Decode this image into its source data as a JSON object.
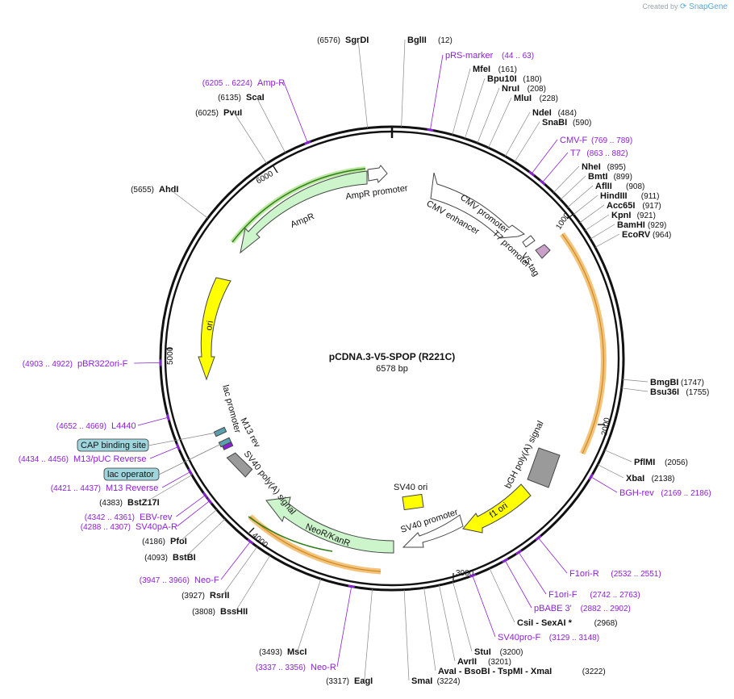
{
  "brand": {
    "created_by": "Created by",
    "product": "SnapGene"
  },
  "map": {
    "title": "pCDNA.3-V5-SPOP (R221C)",
    "subtitle": "6578 bp",
    "length": 6578
  },
  "ticks": [
    "1000",
    "2000",
    "3000",
    "4000",
    "5000",
    "6000"
  ],
  "features": [
    {
      "name": "AmpR promoter",
      "color": "#ffffff"
    },
    {
      "name": "AmpR",
      "color": "#ccf5cc"
    },
    {
      "name": "ori",
      "color": "#ffff00"
    },
    {
      "name": "CMV enhancer",
      "color": "#ffffff"
    },
    {
      "name": "CMV promoter",
      "color": "#ffffff"
    },
    {
      "name": "T7 promoter",
      "color": "#ffffff"
    },
    {
      "name": "V5 tag",
      "color": "#c8a0c8"
    },
    {
      "name": "bGH poly(A) signal",
      "color": "#9a9a9a"
    },
    {
      "name": "f1 ori",
      "color": "#ffff00"
    },
    {
      "name": "SV40 promoter",
      "color": "#ffffff"
    },
    {
      "name": "SV40 ori",
      "color": "#ffff00"
    },
    {
      "name": "NeoR/KanR",
      "color": "#ccf5cc"
    },
    {
      "name": "SV40 poly(A) signal",
      "color": "#9a9a9a"
    },
    {
      "name": "M13 rev",
      "color": "#9a9a9a"
    },
    {
      "name": "lac promoter",
      "color": "#9a9a9a"
    }
  ],
  "sites": [
    {
      "name": "SgrDI",
      "pos": "(6576)"
    },
    {
      "name": "BglII",
      "pos": "(12)"
    },
    {
      "name": "MfeI",
      "pos": "(161)"
    },
    {
      "name": "Bpu10I",
      "pos": "(180)"
    },
    {
      "name": "NruI",
      "pos": "(208)"
    },
    {
      "name": "MluI",
      "pos": "(228)"
    },
    {
      "name": "NdeI",
      "pos": "(484)"
    },
    {
      "name": "SnaBI",
      "pos": "(590)"
    },
    {
      "name": "NheI",
      "pos": "(895)"
    },
    {
      "name": "BmtI",
      "pos": "(899)"
    },
    {
      "name": "AflII",
      "pos": "(908)"
    },
    {
      "name": "HindIII",
      "pos": "(911)"
    },
    {
      "name": "Acc65I",
      "pos": "(917)"
    },
    {
      "name": "KpnI",
      "pos": "(921)"
    },
    {
      "name": "BamHI",
      "pos": "(929)"
    },
    {
      "name": "EcoRV",
      "pos": "(964)"
    },
    {
      "name": "BmgBI",
      "pos": "(1747)"
    },
    {
      "name": "Bsu36I",
      "pos": "(1755)"
    },
    {
      "name": "PflMI",
      "pos": "(2056)"
    },
    {
      "name": "XbaI",
      "pos": "(2138)"
    },
    {
      "name": "CsiI - SexAI *",
      "pos": "(2968)"
    },
    {
      "name": "StuI",
      "pos": "(3200)"
    },
    {
      "name": "AvrII",
      "pos": "(3201)"
    },
    {
      "name": "AvaI - BsoBI - TspMI - XmaI",
      "pos": "(3222)"
    },
    {
      "name": "SmaI",
      "pos": "(3224)"
    },
    {
      "name": "EagI",
      "pos": "(3317)"
    },
    {
      "name": "MscI",
      "pos": "(3493)"
    },
    {
      "name": "BssHII",
      "pos": "(3808)"
    },
    {
      "name": "RsrII",
      "pos": "(3927)"
    },
    {
      "name": "BstBI",
      "pos": "(4093)"
    },
    {
      "name": "PfoI",
      "pos": "(4186)"
    },
    {
      "name": "BstZ17I",
      "pos": "(4383)"
    },
    {
      "name": "AhdI",
      "pos": "(5655)"
    },
    {
      "name": "PvuI",
      "pos": "(6025)"
    },
    {
      "name": "ScaI",
      "pos": "(6135)"
    }
  ],
  "primers": [
    {
      "name": "pRS-marker",
      "range": "(44 .. 63)"
    },
    {
      "name": "CMV-F",
      "range": "(769 .. 789)"
    },
    {
      "name": "T7",
      "range": "(863 .. 882)"
    },
    {
      "name": "BGH-rev",
      "range": "(2169 .. 2186)"
    },
    {
      "name": "F1ori-R",
      "range": "(2532 .. 2551)"
    },
    {
      "name": "F1ori-F",
      "range": "(2742 .. 2763)"
    },
    {
      "name": "pBABE 3'",
      "range": "(2882 .. 2902)"
    },
    {
      "name": "SV40pro-F",
      "range": "(3129 .. 3148)"
    },
    {
      "name": "Neo-R",
      "range": "(3337 .. 3356)"
    },
    {
      "name": "Neo-F",
      "range": "(3947 .. 3966)"
    },
    {
      "name": "SV40pA-R",
      "range": "(4288 .. 4307)"
    },
    {
      "name": "EBV-rev",
      "range": "(4342 .. 4361)"
    },
    {
      "name": "M13 Reverse",
      "range": "(4421 .. 4437)"
    },
    {
      "name": "M13/pUC Reverse",
      "range": "(4434 .. 4456)"
    },
    {
      "name": "L4440",
      "range": "(4652 .. 4669)"
    },
    {
      "name": "pBR322ori-F",
      "range": "(4903 .. 4922)"
    },
    {
      "name": "Amp-R",
      "range": "(6205 .. 6224)"
    }
  ],
  "boxed_labels": [
    {
      "name": "CAP binding site"
    },
    {
      "name": "lac operator"
    }
  ],
  "colors": {
    "backbone": "#111111",
    "primer": "#8b1fd6",
    "site_line": "#888888",
    "orf_highlight": "#f5c27a",
    "orf_line": "#2e7d1a"
  }
}
